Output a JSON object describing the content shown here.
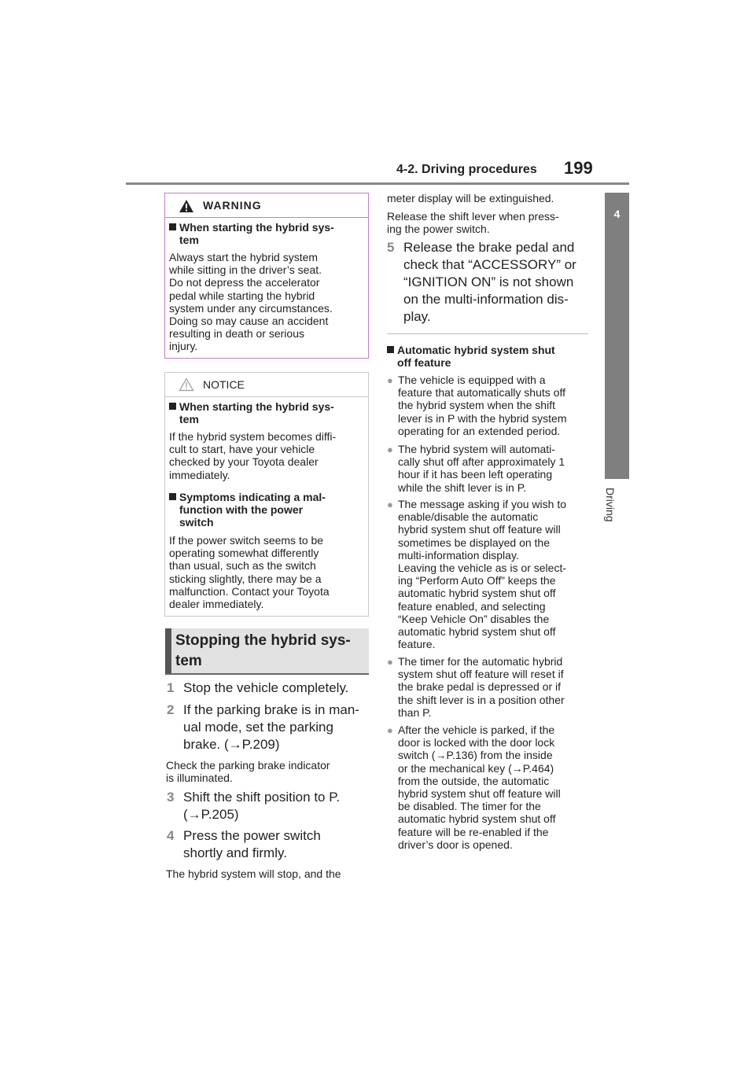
{
  "header": {
    "section": "4-2. Driving procedures",
    "page_number": "199"
  },
  "side_tab": {
    "chapter_number": "4",
    "chapter_title": "Driving"
  },
  "warning": {
    "label": "WARNING",
    "heading": "When starting the hybrid sys-\ntem",
    "body": "Always start the hybrid system\nwhile sitting in the driver’s seat.\nDo not depress the accelerator\npedal while starting the hybrid\nsystem under any circumstances.\nDoing so may cause an accident\nresulting in death or serious\ninjury."
  },
  "notice": {
    "label": "NOTICE",
    "items": [
      {
        "heading": "When starting the hybrid sys-\ntem",
        "body": "If the hybrid system becomes diffi-\ncult to start, have your vehicle\nchecked by your Toyota dealer\nimmediately."
      },
      {
        "heading": "Symptoms indicating a mal-\nfunction with the power\nswitch",
        "body": "If the power switch seems to be\noperating somewhat differently\nthan usual, such as the switch\nsticking slightly, there may be a\nmalfunction. Contact your Toyota\ndealer immediately."
      }
    ]
  },
  "section": {
    "title": "Stopping the hybrid sys-\ntem"
  },
  "steps": [
    {
      "num": "1",
      "text": "Stop the vehicle completely."
    },
    {
      "num": "2",
      "text": "If the parking brake is in man-\nual mode, set the parking\nbrake. (→P.209)"
    },
    {
      "note": "Check the parking brake indicator\nis illuminated."
    },
    {
      "num": "3",
      "text": "Shift the shift position to P.\n(→P.205)"
    },
    {
      "num": "4",
      "text": "Press the power switch\nshortly and firmly."
    },
    {
      "note": "The hybrid system will stop, and the"
    }
  ],
  "right_column": {
    "continuation": "meter display will be extinguished.",
    "note": "Release the shift lever when press-\ning the power switch.",
    "step5": {
      "num": "5",
      "text": "Release the brake pedal and\ncheck that “ACCESSORY” or\n“IGNITION ON” is not shown\non the multi-information dis-\nplay."
    },
    "auto_off": {
      "heading": "Automatic hybrid system shut\noff feature",
      "bullets": [
        "The vehicle is equipped with a\nfeature that automatically shuts off\nthe hybrid system when the shift\nlever is in P with the hybrid system\noperating for an extended period.",
        "The hybrid system will automati-\ncally shut off after approximately 1\nhour if it has been left operating\nwhile the shift lever is in P.",
        "The message asking if you wish to\nenable/disable the automatic\nhybrid system shut off feature will\nsometimes be displayed on the\nmulti-information display.\nLeaving the vehicle as is or select-\ning “Perform Auto Off” keeps the\nautomatic hybrid system shut off\nfeature enabled, and selecting\n“Keep Vehicle On” disables the\nautomatic hybrid system shut off\nfeature.",
        "The timer for the automatic hybrid\nsystem shut off feature will reset if\nthe brake pedal is depressed or if\nthe shift lever is in a position other\nthan P.",
        "After the vehicle is parked, if the\ndoor is locked with the door lock\nswitch (→P.136) from the inside\nor the mechanical key (→P.464)\nfrom the outside, the automatic\nhybrid system shut off feature will\nbe disabled. The timer for the\nautomatic hybrid system shut off\nfeature will be re-enabled if the\ndriver’s door is opened."
      ]
    }
  }
}
